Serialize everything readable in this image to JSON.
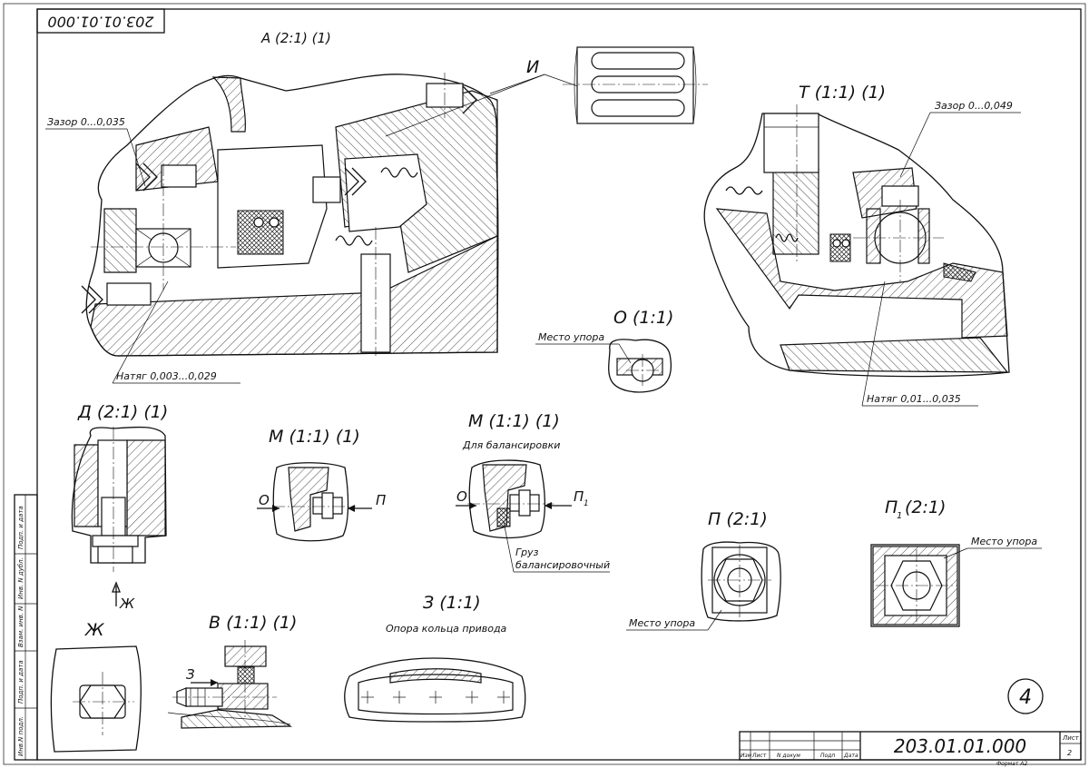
{
  "drawing": {
    "code_rotated": "203.01.01.000",
    "title_code": "203.01.01.000",
    "sheet_number": "4",
    "format": "Формат А2"
  },
  "views": {
    "A": "А (2:1) (1)",
    "T": "Т (1:1) (1)",
    "O": "О (1:1)",
    "D": "Д (2:1) (1)",
    "M1": "М (1:1) (1)",
    "M2": "М (1:1) (1)",
    "M2_sub": "Для балансировки",
    "P": "П (2:1)",
    "P1_base": "П",
    "P1_sub": "1",
    "P1_scale": "(2:1)",
    "Zh": "Ж",
    "V": "В (1:1) (1)",
    "Z": "З (1:1)",
    "Z_sub": "Опора кольца привода"
  },
  "annotations": {
    "gap_a": "Зазор 0...0,035",
    "fit_a": "Натяг 0,003...0,029",
    "I_marker": "И",
    "gap_t": "Зазор 0...0,049",
    "fit_t": "Натяг 0,01...0,035",
    "stop_o": "Место упора",
    "arrow_zh": "Ж",
    "m1_left": "О",
    "m1_right": "П",
    "m2_left": "О",
    "m2_right_base": "П",
    "m2_right_sub": "1",
    "weight_line1": "Груз",
    "weight_line2": "балансировочный",
    "stop_p": "Место упора",
    "stop_p1": "Место упора",
    "arrow_v": "З"
  },
  "title_block": {
    "cols": [
      "Изм",
      "Лист",
      "N докум",
      "Подп",
      "Дата"
    ],
    "sheet_label": "Лист",
    "sheet_value": "2"
  },
  "margin_stamps": [
    "Подп. и дата",
    "Инв. N дубл.",
    "Взам. инв. N",
    "Подп. и дата",
    "Инв.N подл."
  ]
}
